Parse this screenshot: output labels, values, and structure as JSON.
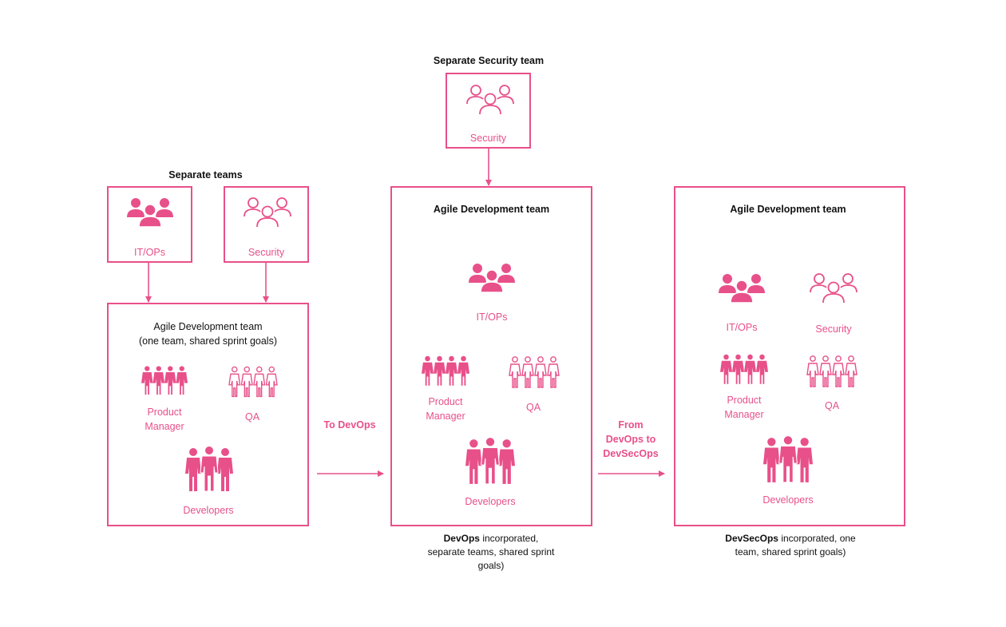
{
  "accent_color": "#e8508a",
  "left": {
    "separate_title": "Separate teams",
    "itops_label": "IT/OPs",
    "security_label": "Security",
    "team_title_line1": "Agile Development team",
    "team_title_line2": "(one team, shared sprint goals)",
    "pm_line1": "Product",
    "pm_line2": "Manager",
    "qa_label": "QA",
    "dev_label": "Developers"
  },
  "arrow1_label": "To DevOps",
  "middle": {
    "security_team_title": "Separate Security team",
    "security_label": "Security",
    "team_title": "Agile Development team",
    "itops_label": "IT/OPs",
    "pm_line1": "Product",
    "pm_line2": "Manager",
    "qa_label": "QA",
    "dev_label": "Developers",
    "caption_bold": "DevOps",
    "caption_rest1": " incorporated,",
    "caption_line2": "separate teams, shared sprint",
    "caption_line3": "goals)"
  },
  "arrow2_label_line1": "From",
  "arrow2_label_line2": "DevOps to",
  "arrow2_label_line3": "DevSecOps",
  "right": {
    "team_title": "Agile Development team",
    "itops_label": "IT/OPs",
    "security_label": "Security",
    "pm_line1": "Product",
    "pm_line2": "Manager",
    "qa_label": "QA",
    "dev_label": "Developers",
    "caption_bold": "DevSecOps",
    "caption_rest1": " incorporated, one",
    "caption_line2": "team, shared sprint goals)"
  },
  "icons": [
    "group-solid-icon",
    "group-outline-icon",
    "four-people-solid-icon",
    "four-people-outline-icon",
    "three-people-solid-icon"
  ]
}
